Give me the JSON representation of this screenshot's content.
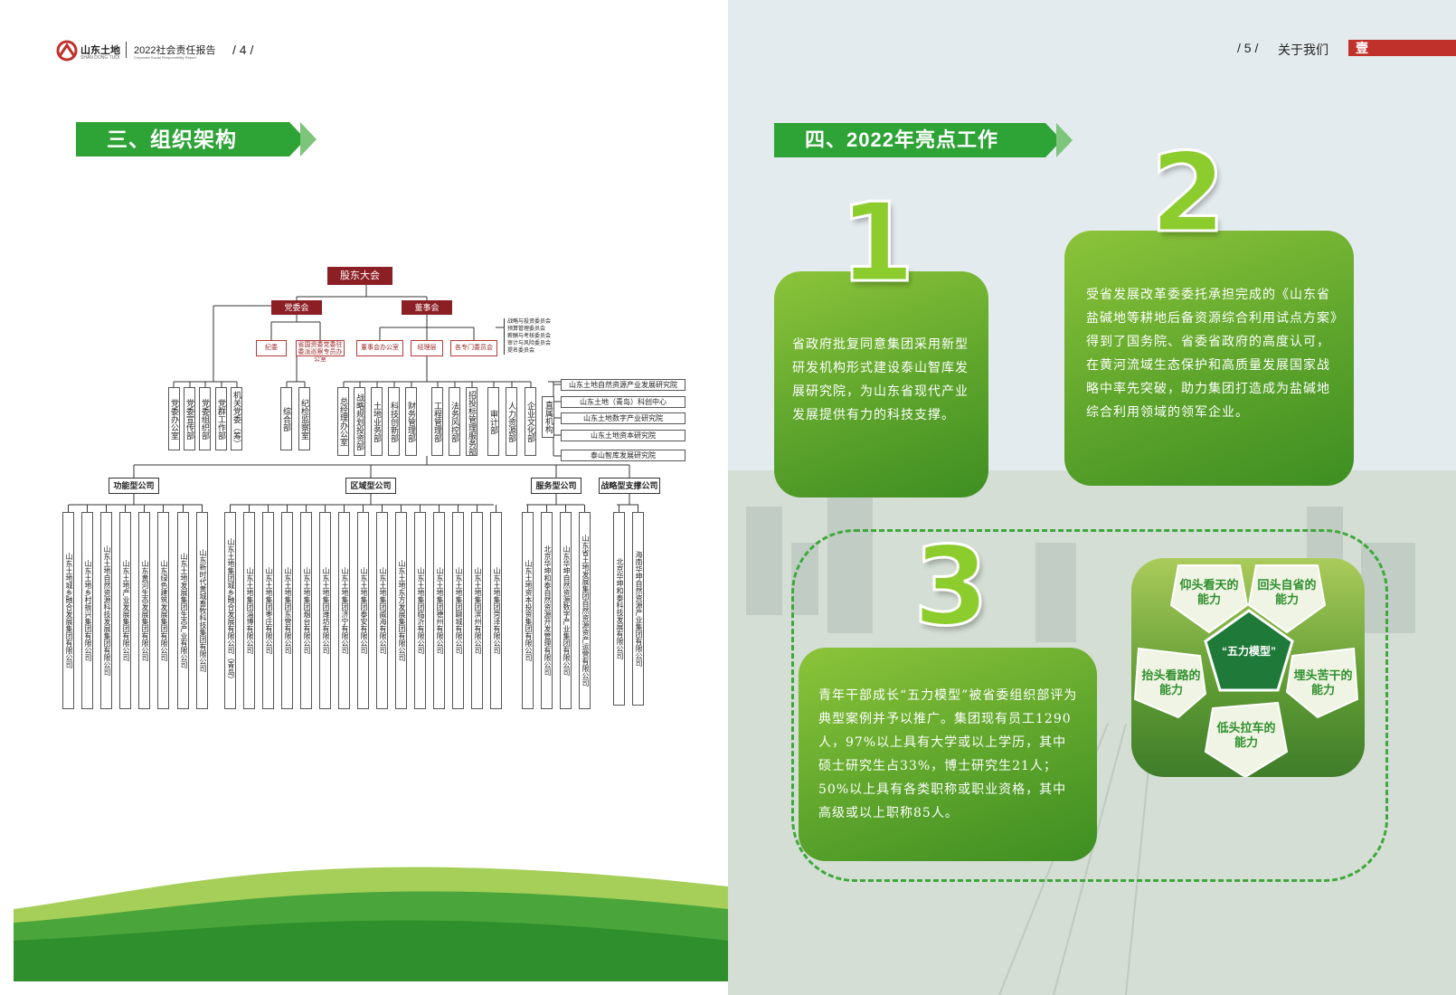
{
  "header_left": {
    "logo": "山东土地",
    "logo_sub": "SHAN DONG TUDI",
    "report": "2022社会责任报告",
    "report_sub": "Corporate Social Responsibility Report",
    "page": "/ 4 /"
  },
  "header_right": {
    "page": "/ 5 /",
    "section": "关于我们",
    "tab": "壹"
  },
  "left_banner": "三、组织架构",
  "right_banner": "四、2022年亮点工作",
  "org": {
    "top": "股东大会",
    "party": "党委会",
    "board": "董事会",
    "mid_left": [
      "纪委",
      "省国资委党委驻委派巡察专员办公室"
    ],
    "mid_right": [
      "董事会办公室",
      "经理层",
      "各专门委员会"
    ],
    "committees": [
      "战略与投资委员会",
      "预算管理委员会",
      "薪酬与考核委员会",
      "审计与风险委员会",
      "提名委员会"
    ],
    "party_depts": [
      "党委办公室",
      "党委宣传部",
      "党委组织部",
      "党群工作部",
      "机关党委（筹）"
    ],
    "discipline_depts": [
      "综合部",
      "纪检监察室"
    ],
    "ops_depts": [
      "总经理办公室",
      "战略规划投资部",
      "土地业务部",
      "科技创新部",
      "财务管理部",
      "工程管理部",
      "法务风控部",
      "招投标管理服务部",
      "审计部",
      "人力资源部",
      "企业文化部"
    ],
    "direct": "直属机构",
    "institutes": [
      "山东土地自然资源产业发展研究院",
      "山东土地（青岛）科创中心",
      "山东土地数字产业研究院",
      "山东土地资本研究院",
      "泰山智库发展研究院"
    ],
    "categories": [
      "功能型公司",
      "区域型公司",
      "服务型公司",
      "战略型支撑公司"
    ],
    "func_cos": [
      "山东土地城乡融合发展集团有限公司",
      "山东土地乡村振兴集团有限公司",
      "山东土地自然资源科技发展集团有限公司",
      "山东土地产业发展集团有限公司",
      "山东黄河生态发展集团有限公司",
      "山东绿色建筑发展集团有限公司",
      "山东土地发展集团生态产业有限公司",
      "山东新时代黄城畜牧科技集团有限公司"
    ],
    "region_cos": [
      "山东土地集团城乡融合发展有限公司（青岛）",
      "山东土地集团淄博有限公司",
      "山东土地集团枣庄有限公司",
      "山东土地集团东营有限公司",
      "山东土地集团烟台有限公司",
      "山东土地集团潍坊有限公司",
      "山东土地集团济宁有限公司",
      "山东土地集团泰安有限公司",
      "山东土地集团威海有限公司",
      "山东土地东方发展集团有限公司",
      "山东土地集团临沂有限公司",
      "山东土地集团德州有限公司",
      "山东土地集团聊城有限公司",
      "山东土地集团滨州有限公司",
      "山东土地集团菏泽有限公司"
    ],
    "service_cos": [
      "山东土地资本投资集团有限公司",
      "北京华坤和泰自然资源开发管理有限公司",
      "山东华坤自然资源数字产业集团有限公司",
      "山东省土地发展集团自然资源资产运营有限公司"
    ],
    "strategic_cos": [
      "北京华坤和泰科技发展有限公司",
      "海南华坤自然资源产业集团有限公司"
    ]
  },
  "highlights": {
    "num1": "1",
    "text1": "省政府批复同意集团采用新型研发机构形式建设泰山智库发展研究院，为山东省现代产业发展提供有力的科技支撑。",
    "num2": "2",
    "text2": "受省发展改革委委托承担完成的《山东省盐碱地等耕地后备资源综合利用试点方案》得到了国务院、省委省政府的高度认可，在黄河流域生态保护和高质量发展国家战略中率先突破，助力集团打造成为盐碱地综合利用领域的领军企业。",
    "num3": "3",
    "text3": "青年干部成长“五力模型”被省委组织部评为典型案例并予以推广。集团现有员工1290人，97%以上具有大学或以上学历，其中硕士研究生占33%，博士研究生21人；50%以上具有各类职称或职业资格，其中高级或以上职称85人。",
    "model_center": "“五力模型”",
    "model_items": [
      "仰头看天的能力",
      "回头自省的能力",
      "埋头苦干的能力",
      "低头拉车的能力",
      "抬头看路的能力"
    ]
  },
  "colors": {
    "green": "#2ea336",
    "dark_red": "#8c1f24",
    "tab_red": "#c0312b"
  }
}
